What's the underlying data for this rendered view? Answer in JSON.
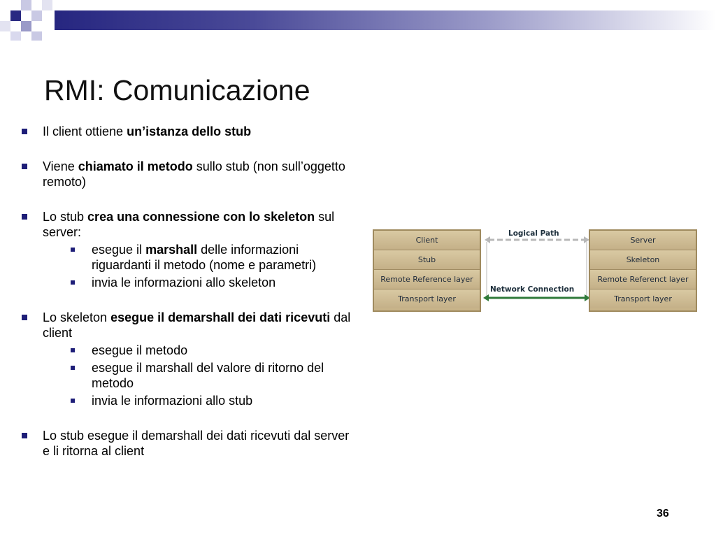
{
  "slide": {
    "title": "RMI: Comunicazione",
    "page_number": "36"
  },
  "bullets": {
    "b1": {
      "pre": "Il client ottiene ",
      "bold": "un’istanza dello stub"
    },
    "b2": {
      "pre": "Viene ",
      "bold": "chiamato il metodo",
      "post": " sullo stub (non sull’oggetto remoto)"
    },
    "b3": {
      "pre": "Lo stub ",
      "bold": "crea una connessione con lo skeleton",
      "post": " sul server:"
    },
    "b3_sub1": {
      "pre": "esegue il ",
      "bold": "marshall",
      "post": " delle informazioni riguardanti il metodo (nome e parametri)"
    },
    "b3_sub2": "invia le informazioni allo skeleton",
    "b4": {
      "pre": "Lo skeleton ",
      "bold": "esegue il demarshall dei dati ricevuti",
      "post": " dal client"
    },
    "b4_sub1": "esegue il metodo",
    "b4_sub2": "esegue il marshall del valore di ritorno del metodo",
    "b4_sub3": "invia le informazioni allo stub",
    "b5": "Lo stub esegue il demarshall dei dati ricevuti dal server e li ritorna al client"
  },
  "diagram": {
    "client_layers": [
      "Client",
      "Stub",
      "Remote Reference layer",
      "Transport layer"
    ],
    "server_layers": [
      "Server",
      "Skeleton",
      "Remote Referenct layer",
      "Transport layer"
    ],
    "logical_path_label": "Logical Path",
    "network_connection_label": "Network Connection"
  },
  "colors": {
    "bullet": "#1e1e78",
    "layer_fill": "#c8b48a",
    "network_line": "#2f7a3a",
    "logical_line": "#b0b0b0"
  }
}
